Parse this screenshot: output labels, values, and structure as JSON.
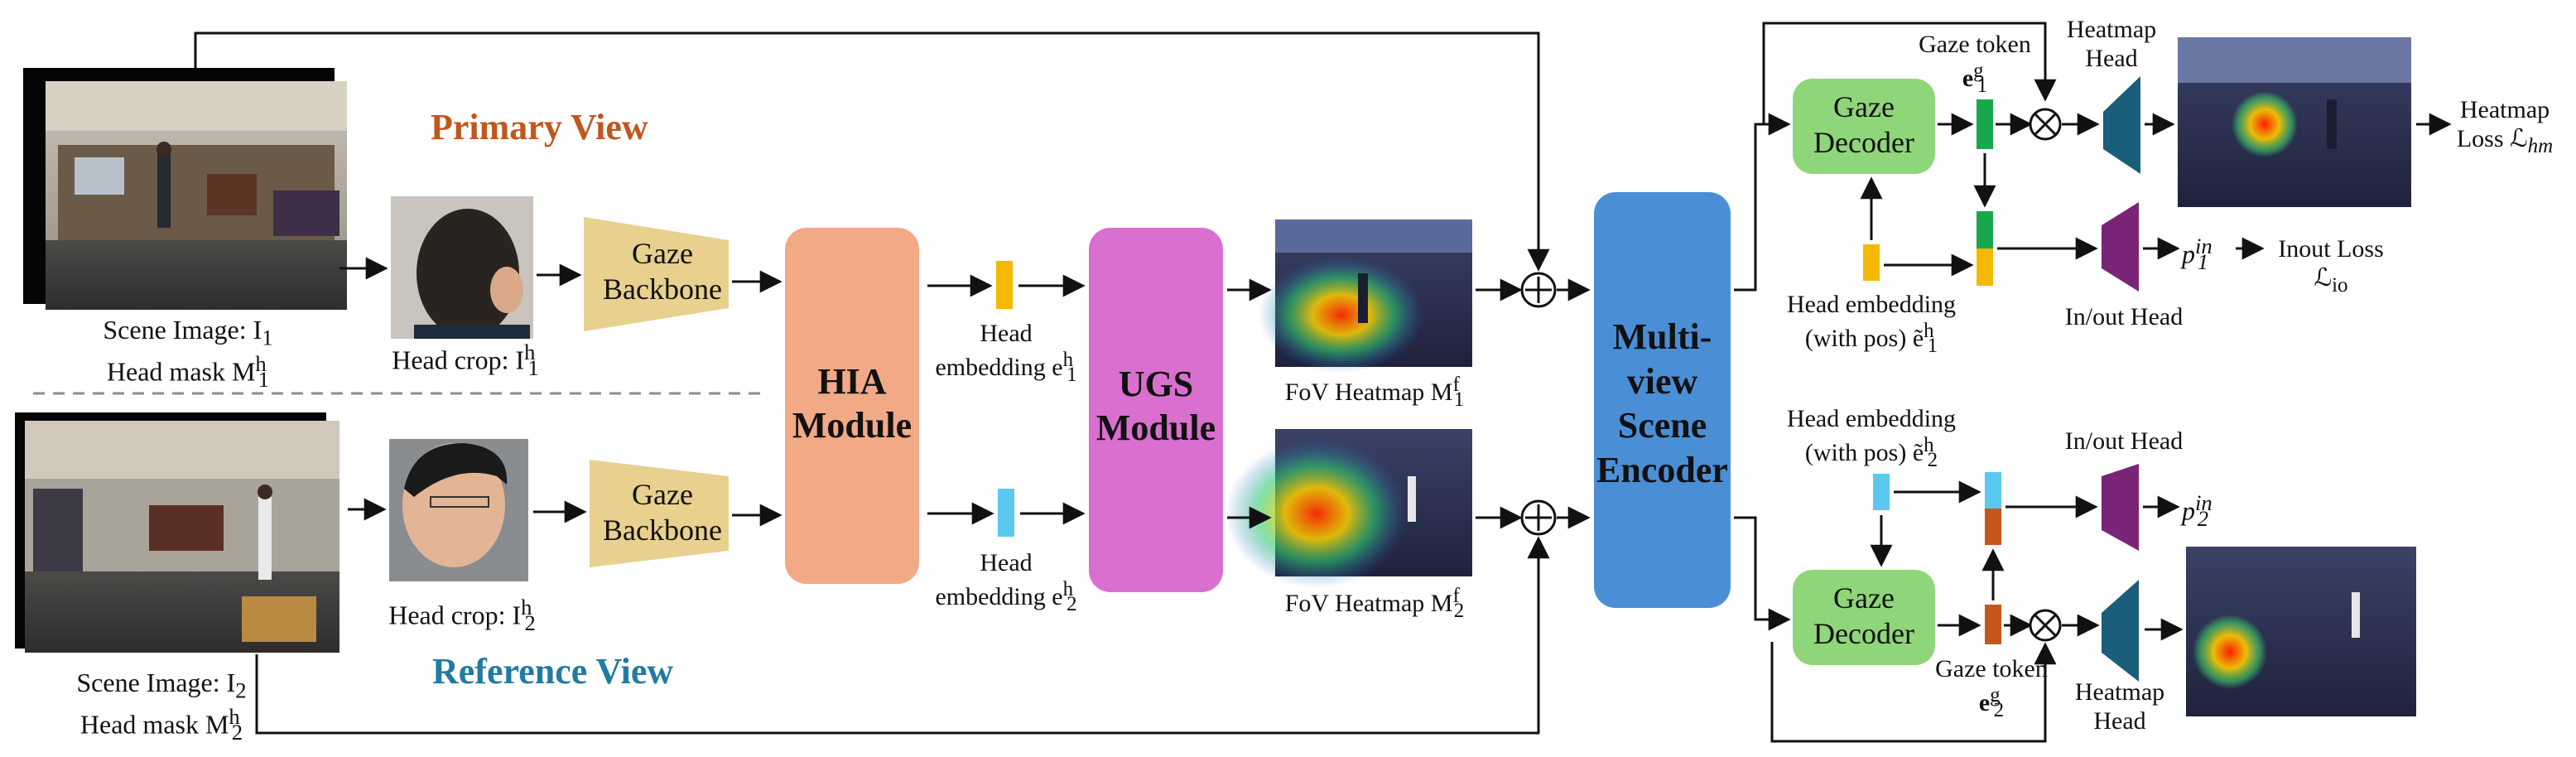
{
  "views": {
    "primary": {
      "title": "Primary View",
      "color": "#c0571e"
    },
    "reference": {
      "title": "Reference View",
      "color": "#217aa3"
    }
  },
  "inputs": {
    "scene1": {
      "scene_label": "Scene Image: I",
      "scene_sub": "1",
      "mask_label": "Head mask M",
      "mask_sub": "1",
      "mask_sup": "h"
    },
    "scene2": {
      "scene_label": "Scene Image: I",
      "scene_sub": "2",
      "mask_label": "Head mask M",
      "mask_sub": "2",
      "mask_sup": "h"
    },
    "crop1": {
      "label": "Head crop: I",
      "sub": "1",
      "sup": "h"
    },
    "crop2": {
      "label": "Head crop: I",
      "sub": "2",
      "sup": "h"
    }
  },
  "modules": {
    "gaze_backbone": {
      "line1": "Gaze",
      "line2": "Backbone",
      "color": "#e8d08e"
    },
    "hia": {
      "line1": "HIA",
      "line2": "Module",
      "color": "#f2a986"
    },
    "ugs": {
      "line1": "UGS",
      "line2": "Module",
      "color": "#d96fcf"
    },
    "encoder": {
      "line1": "Multi-",
      "line2": "view",
      "line3": "Scene",
      "line4": "Encoder",
      "color": "#4a8fd6"
    },
    "gaze_decoder": {
      "line1": "Gaze",
      "line2": "Decoder",
      "color": "#8fd67a"
    },
    "heatmap_head": {
      "line1": "Heatmap",
      "line2": "Head",
      "color": "#1b5e7a"
    },
    "inout_head": {
      "label": "In/out Head",
      "color": "#7a2478"
    }
  },
  "embeddings": {
    "head1": {
      "line1": "Head",
      "line2": "embedding e",
      "sub": "1",
      "sup": "h",
      "color": "#f5b800"
    },
    "head2": {
      "line1": "Head",
      "line2": "embedding e",
      "sub": "2",
      "sup": "h",
      "color": "#5bc8ef"
    },
    "fov1": {
      "label": "FoV Heatmap M",
      "sub": "1",
      "sup": "f"
    },
    "fov2": {
      "label": "FoV Heatmap M",
      "sub": "2",
      "sup": "f"
    },
    "pos1": {
      "line1": "Head embedding",
      "line2": "(with pos) ẽ",
      "sub": "1",
      "sup": "h"
    },
    "pos2": {
      "line1": "Head embedding",
      "line2": "(with pos) ẽ",
      "sub": "2",
      "sup": "h"
    },
    "gaze_token1": {
      "line1": "Gaze token",
      "line2": "e",
      "sub": "1",
      "sup": "g",
      "color": "#19a84c"
    },
    "gaze_token2": {
      "line1": "Gaze token",
      "line2": "e",
      "sub": "2",
      "sup": "g",
      "color": "#c8561c"
    }
  },
  "outputs": {
    "heatmap_loss": {
      "line1": "Heatmap",
      "line2": "Loss ℒ",
      "sub": "hm"
    },
    "inout_loss": {
      "line1": "Inout Loss",
      "line2": "ℒ",
      "sub": "io"
    },
    "p1": {
      "base": "p",
      "sub": "1",
      "sup": "in"
    },
    "p2": {
      "base": "p",
      "sub": "2",
      "sup": "in"
    }
  },
  "ops": {
    "plus": "⊕",
    "times": "⊗"
  }
}
